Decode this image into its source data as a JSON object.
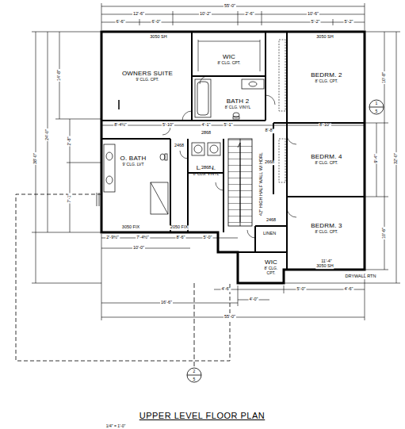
{
  "diagram": {
    "title": "UPPER LEVEL FLOOR PLAN",
    "nodes": [
      {
        "text": [
          "OWNERS SUITE",
          "9' CLG. CPT."
        ]
      },
      {
        "text": [
          "WIC",
          "8' CLG. CPT."
        ]
      },
      {
        "text": [
          "BATH 2",
          "8' CLG. VINYL"
        ]
      },
      {
        "text": [
          "BEDRM. 2",
          "8' CLG. CPT."
        ]
      },
      {
        "text": [
          "BEDRM. 4",
          "8' CLG. CPT."
        ]
      },
      {
        "text": [
          "O. BATH",
          "9' CLG. LVT"
        ]
      },
      {
        "text": [
          "LAUN.",
          "8' CLG. VINYL"
        ]
      },
      {
        "text": [
          "BEDRM. 3",
          "8' CLG. CPT."
        ]
      },
      {
        "text": [
          "WIC",
          "8' CLG. CPT."
        ]
      }
    ],
    "labels": [
      "55'-0\"",
      "12'-6\"",
      "10'-2\"",
      "2'-6\"",
      "10'-6\"",
      "6'-6\"",
      "6'-0\"",
      "5'-2\"",
      "5'-2\"",
      "3050 SH",
      "3050 SH",
      "14'-8\"",
      "24'-0\"",
      "38'-0\"",
      "7'-1\"",
      "2'-8\"",
      "10'-8\"",
      "32'-0\"",
      "9'-4\"",
      "10'-6\"",
      "8'-4½\"",
      "5'-10\"",
      "4'-1\"",
      "5'-1\"",
      "8'-8\"",
      "8'-10\"",
      "2468",
      "2868",
      "2868",
      "2668",
      "2468",
      "42\" HIGH HALF WALL W/ HDRL",
      "LINEN",
      "DRYWALL RTN",
      "2'-9½\"",
      "7'-4½\"",
      "8'-6\"",
      "5'-0\"",
      "10'-0\"",
      "4'-6\"",
      "4'-0\"",
      "5'-0\"",
      "4'-6\"",
      "11'-4\"",
      "16'-6\"",
      "55'-0\"",
      "3050 FIX",
      "2050 FIX",
      "3050 SH",
      "2",
      "5",
      "1",
      "5",
      "1/4\" = 1'-0\""
    ]
  }
}
